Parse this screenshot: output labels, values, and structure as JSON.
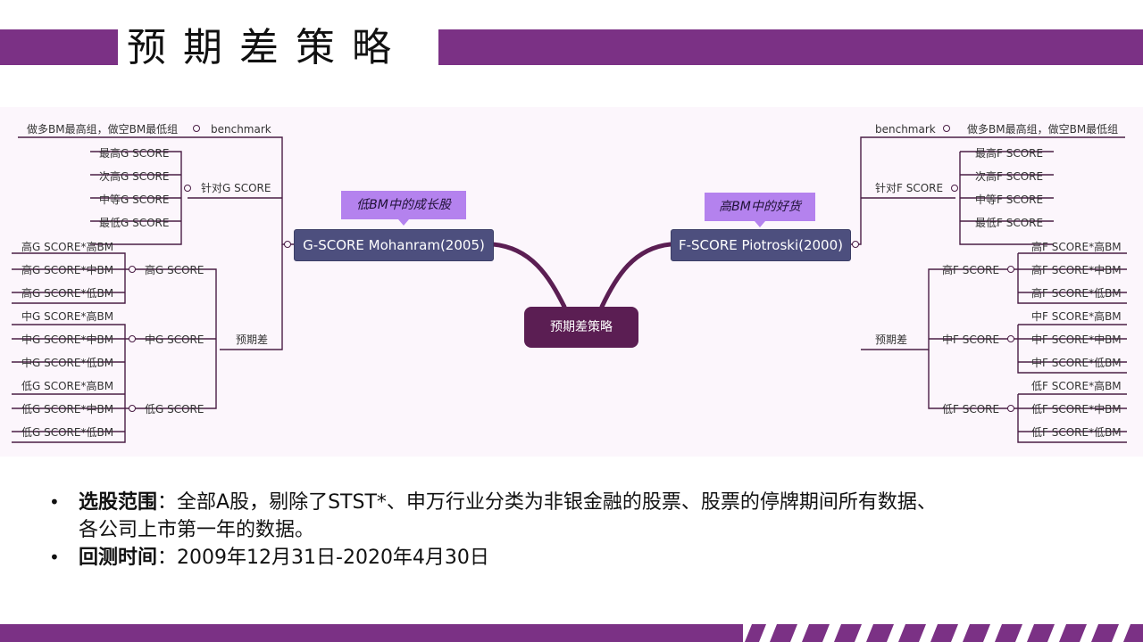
{
  "page_title": "预期差策略",
  "colors": {
    "accent": "#7b3185",
    "node": "#4d4f7e",
    "root": "#5b1e53",
    "callout": "#b482ee"
  },
  "mindmap": {
    "root": "预期差策略",
    "left": {
      "node": "G-SCORE Mohanram(2005)",
      "callout": "低BM中的成长股",
      "benchmark": {
        "label": "benchmark",
        "child": "做多BM最高组，做空BM最低组"
      },
      "factor": {
        "label": "针对G SCORE",
        "children": [
          "最高G SCORE",
          "次高G SCORE",
          "中等G SCORE",
          "最低G SCORE"
        ]
      },
      "gap": {
        "label": "预期差",
        "groups": [
          {
            "label": "高G SCORE",
            "children": [
              "高G SCORE*高BM",
              "高G SCORE*中BM",
              "高G SCORE*低BM"
            ]
          },
          {
            "label": "中G SCORE",
            "children": [
              "中G SCORE*高BM",
              "中G SCORE*中BM",
              "中G SCORE*低BM"
            ]
          },
          {
            "label": "低G SCORE",
            "children": [
              "低G SCORE*高BM",
              "低G SCORE*中BM",
              "低G SCORE*低BM"
            ]
          }
        ]
      }
    },
    "right": {
      "node": "F-SCORE Piotroski(2000)",
      "callout": "高BM中的好货",
      "benchmark": {
        "label": "benchmark",
        "child": "做多BM最高组，做空BM最低组"
      },
      "factor": {
        "label": "针对F SCORE",
        "children": [
          "最高F SCORE",
          "次高F SCORE",
          "中等F SCORE",
          "最低F SCORE"
        ]
      },
      "gap": {
        "label": "预期差",
        "groups": [
          {
            "label": "高F SCORE",
            "children": [
              "高F SCORE*高BM",
              "高F SCORE*中BM",
              "高F SCORE*低BM"
            ]
          },
          {
            "label": "中F SCORE",
            "children": [
              "中F SCORE*高BM",
              "中F SCORE*中BM",
              "中F SCORE*低BM"
            ]
          },
          {
            "label": "低F SCORE",
            "children": [
              "低F SCORE*高BM",
              "低F SCORE*中BM",
              "低F SCORE*低BM"
            ]
          }
        ]
      }
    }
  },
  "bullets": [
    {
      "key": "选股范围",
      "sep": "：",
      "text": "全部A股，剔除了STST*、申万行业分类为非银金融的股票、股票的停牌期间所有数据、",
      "text2": "各公司上市第一年的数据。"
    },
    {
      "key": "回测时间",
      "sep": "：",
      "text": "2009年12月31日-2020年4月30日"
    }
  ]
}
